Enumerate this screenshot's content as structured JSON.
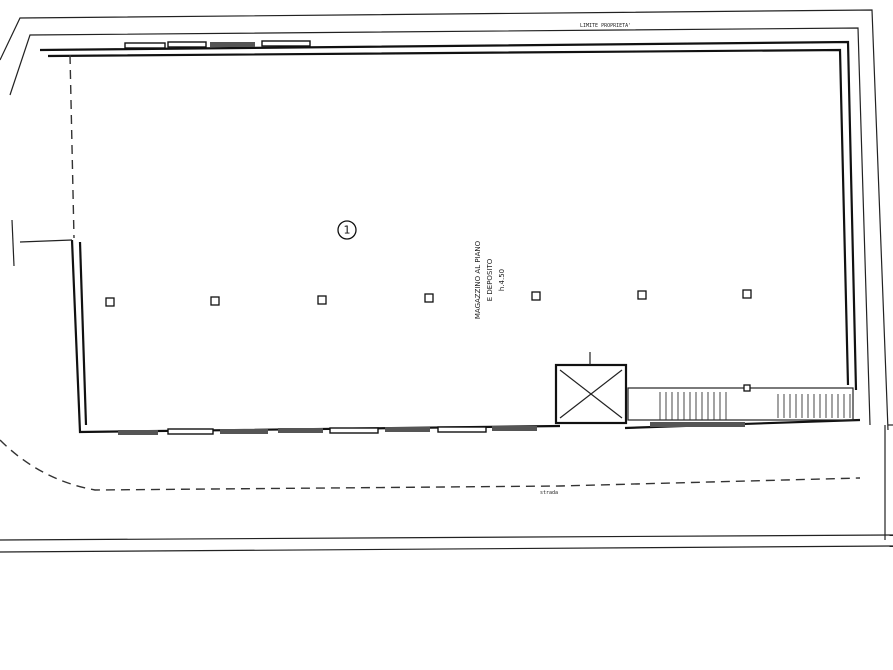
{
  "drawing": {
    "room_number": "1",
    "room_description": [
      "MAGAZZINO AL PIANO",
      "E DEPOSITO",
      "h.4.50"
    ],
    "top_street_label": "LIMITE PROPRIETA'",
    "bottom_street_label": "strada",
    "pillar_count": 7
  }
}
